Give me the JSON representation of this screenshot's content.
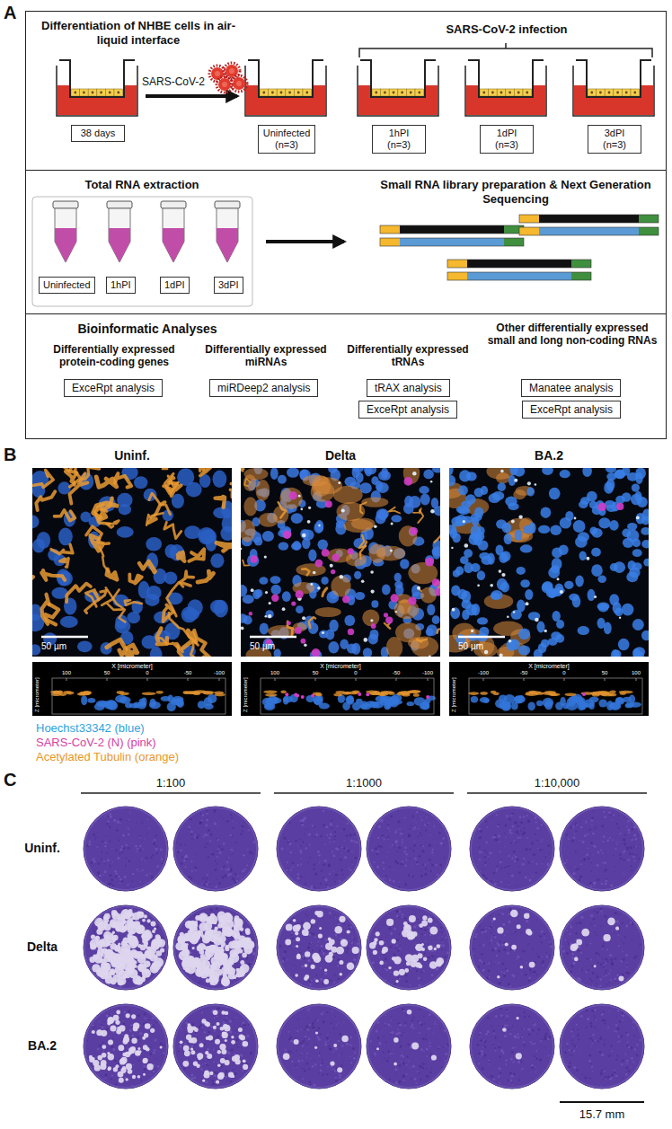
{
  "diagram": {
    "nodes": [
      {
        "text": [
          "Differentiation of NHBE cells in air-liquid interface",
          "SARS-CoV-2 infection"
        ]
      },
      {
        "text": [
          "38 days"
        ],
        "in": 0
      },
      {
        "text": [
          "Uninfected (n=3)"
        ],
        "in": 0
      },
      {
        "text": [
          "1hPI (n=3)"
        ],
        "in": 0
      },
      {
        "text": [
          "1dPI (n=3)"
        ],
        "in": 0
      },
      {
        "text": [
          "3dPI (n=3)"
        ],
        "in": 0
      },
      {
        "text": [
          "Total RNA extraction",
          "Small RNA library preparation & Next Generation Sequencing"
        ]
      },
      {
        "text": [
          "Uninfected"
        ],
        "in": 6
      },
      {
        "text": [
          "1hPI"
        ],
        "in": 6
      },
      {
        "text": [
          "1dPI"
        ],
        "in": 6
      },
      {
        "text": [
          "3dPI"
        ],
        "in": 6
      },
      {
        "text": [
          "Bioinformatic Analyses",
          "Differentially expressed protein-coding genes",
          "Differentially expressed miRNAs",
          "Differentially expressed tRNAs",
          "Other differentially expressed small and long non-coding RNAs"
        ]
      },
      {
        "text": [
          "ExceRpt analysis"
        ],
        "in": 11
      },
      {
        "text": [
          "miRDeep2 analysis"
        ],
        "in": 11
      },
      {
        "text": [
          "tRAX analysis"
        ],
        "in": 11
      },
      {
        "text": [
          "ExceRpt analysis"
        ],
        "in": 11
      },
      {
        "text": [
          "Manatee analysis"
        ],
        "in": 11
      },
      {
        "text": [
          "ExceRpt analysis"
        ],
        "in": 11
      }
    ],
    "labels": [
      "A",
      "SARS-CoV-2",
      "B",
      "Uninf.",
      "Delta",
      "BA.2",
      "50 µm",
      "50 µm",
      "50 µm",
      "X [micrometer]",
      "Z [micrometer]",
      "100",
      "50",
      "0",
      "-50",
      "-100",
      "X [micrometer]",
      "Z [micrometer]",
      "100",
      "50",
      "0",
      "-50",
      "-100",
      "X [micrometer]",
      "Z [micrometer]",
      "-100",
      "-50",
      "0",
      "50",
      "100",
      "C",
      "1:100",
      "1:1000",
      "1:10,000",
      "Uninf.",
      "Delta",
      "BA.2",
      "15.7 mm"
    ],
    "legend": [
      {
        "text": "Hoechst33342 (blue)",
        "color": "#2ea3de"
      },
      {
        "text": "SARS-CoV-2 (N) (pink)",
        "color": "#d83ea3"
      },
      {
        "text": "Acetylated Tubulin (orange)",
        "color": "#e8962a"
      }
    ]
  }
}
